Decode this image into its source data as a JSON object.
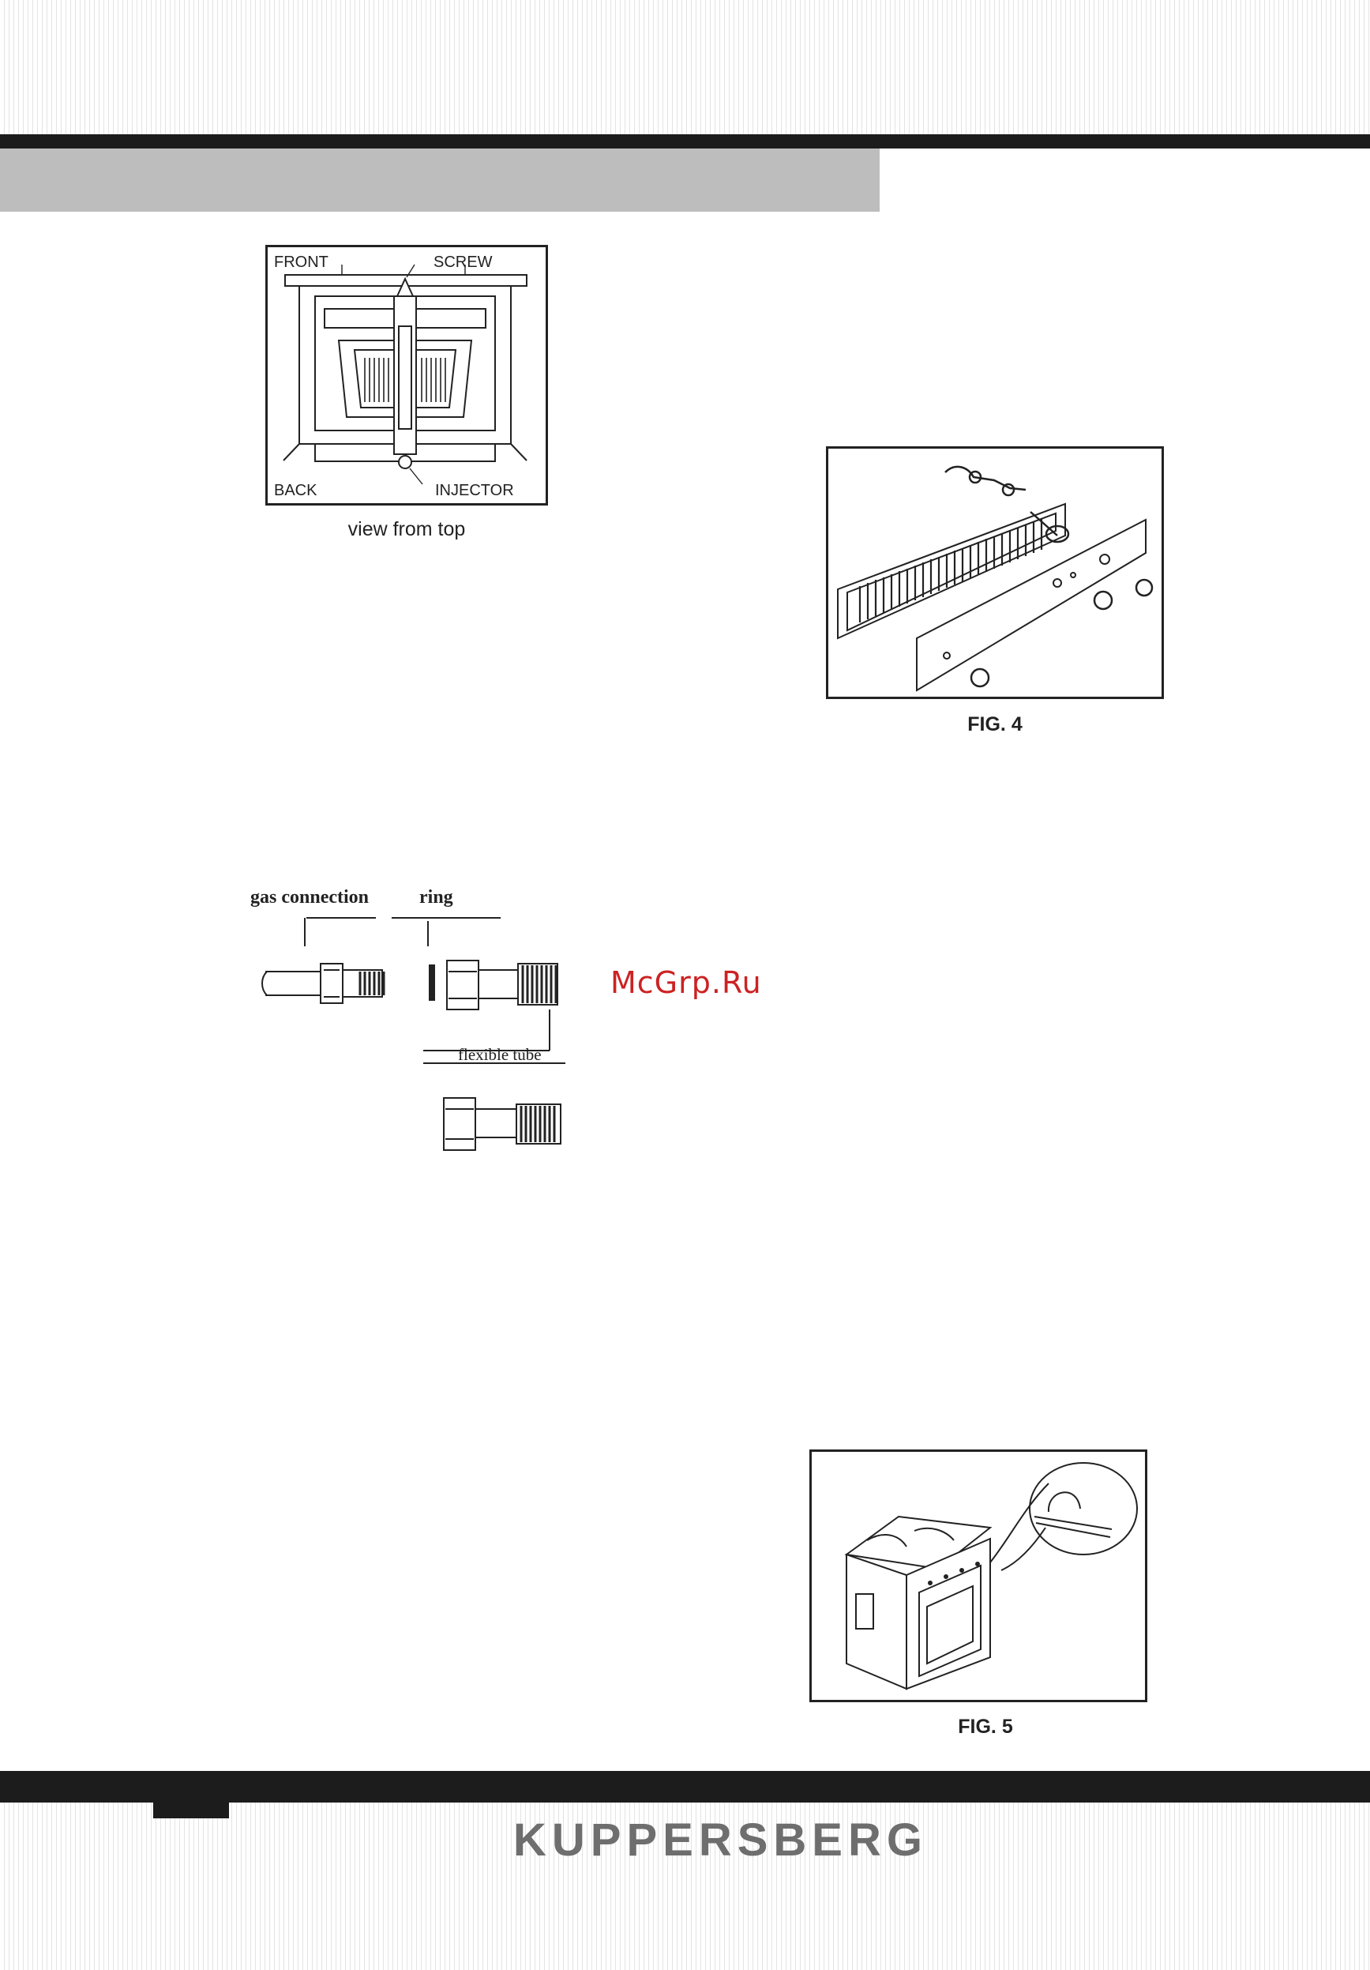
{
  "figure_top": {
    "label_front": "FRONT",
    "label_screw": "SCREW",
    "label_back": "BACK",
    "label_injector": "INJECTOR",
    "caption": "view from top"
  },
  "figure_connection": {
    "label_gas_connection": "gas connection",
    "label_ring": "ring",
    "label_flexible_tube": "flexible tube"
  },
  "figure_4": {
    "caption": "FIG. 4"
  },
  "figure_5": {
    "caption": "FIG. 5"
  },
  "watermark": "McGrp.Ru",
  "footer": {
    "brand": "KUPPERSBERG"
  }
}
